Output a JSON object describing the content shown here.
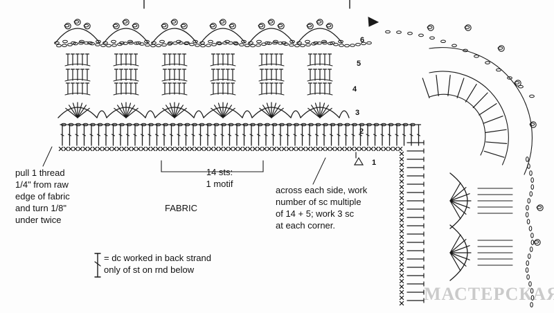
{
  "labels": {
    "pull_thread": "pull 1 thread\n1/4\" from raw\nedge of fabric\nand turn 1/8\"\nunder twice",
    "repeat": "14 sts:\n1 motif",
    "fabric": "FABRIC",
    "sides": "across each side, work\nnumber of sc multiple\nof 14 + 5;  work 3 sc\nat each corner.",
    "legend": "= dc worked in back strand\nonly  of st on rnd below"
  },
  "round_numbers": [
    "1",
    "2",
    "3",
    "4",
    "5",
    "6"
  ],
  "watermark": "МАСТЕРСКАЯ",
  "colors": {
    "ink": "#1a1a1a",
    "paper": "#fdfdfd",
    "watermark": "#8c8c8c"
  },
  "icons": [
    "start-triangle-icon",
    "end-arrow-icon",
    "legend-back-strand-icon"
  ]
}
